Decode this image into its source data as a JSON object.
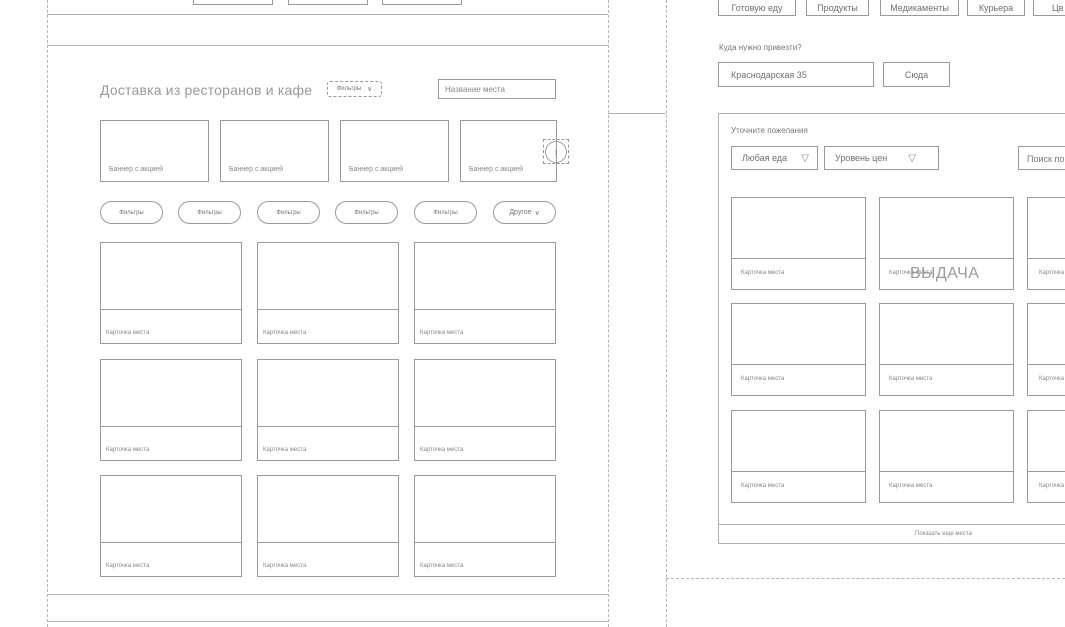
{
  "left_screen": {
    "section_title": "Доставка из ресторанов и кафе",
    "filters_label": "Фильтры",
    "search_placeholder": "Название места",
    "promo_cards": [
      {
        "label": "Баннер с акцией"
      },
      {
        "label": "Баннер с акцией"
      },
      {
        "label": "Баннер с акцией"
      },
      {
        "label": "Баннер с акцией"
      }
    ],
    "chips": [
      {
        "label": "Фильтры"
      },
      {
        "label": "Фильтры"
      },
      {
        "label": "Фильтры"
      },
      {
        "label": "Фильтры"
      },
      {
        "label": "Фильтры"
      },
      {
        "label": "Другое"
      }
    ],
    "place_cards": [
      {
        "label": "Карточка места"
      },
      {
        "label": "Карточка места"
      },
      {
        "label": "Карточка места"
      },
      {
        "label": "Карточка места"
      },
      {
        "label": "Карточка места"
      },
      {
        "label": "Карточка места"
      },
      {
        "label": "Карточка места"
      },
      {
        "label": "Карточка места"
      },
      {
        "label": "Карточка места"
      }
    ]
  },
  "right_screen": {
    "category_tabs": [
      {
        "label": "Готовую еду"
      },
      {
        "label": "Продукты"
      },
      {
        "label": "Медикаменты"
      },
      {
        "label": "Курьера"
      },
      {
        "label": "Цв"
      }
    ],
    "address_label": "Куда нужно привезти?",
    "address_value": "Краснодарская 35",
    "confirm_button": "Сюда",
    "panel": {
      "title": "Уточните пожелания",
      "food_select": "Любая еда",
      "price_select": "Уровень цен",
      "search_placeholder": "Поиск по",
      "results_stamp": "ВЫДАЧА",
      "place_cards": [
        {
          "label": "Карточка места"
        },
        {
          "label": "Карточка места"
        },
        {
          "label": "Карточка"
        },
        {
          "label": "Карточка места"
        },
        {
          "label": "Карточка места"
        },
        {
          "label": "Карточка"
        },
        {
          "label": "Карточка места"
        },
        {
          "label": "Карточка места"
        },
        {
          "label": "Карточка"
        }
      ],
      "show_more": "Показать еще места"
    }
  }
}
